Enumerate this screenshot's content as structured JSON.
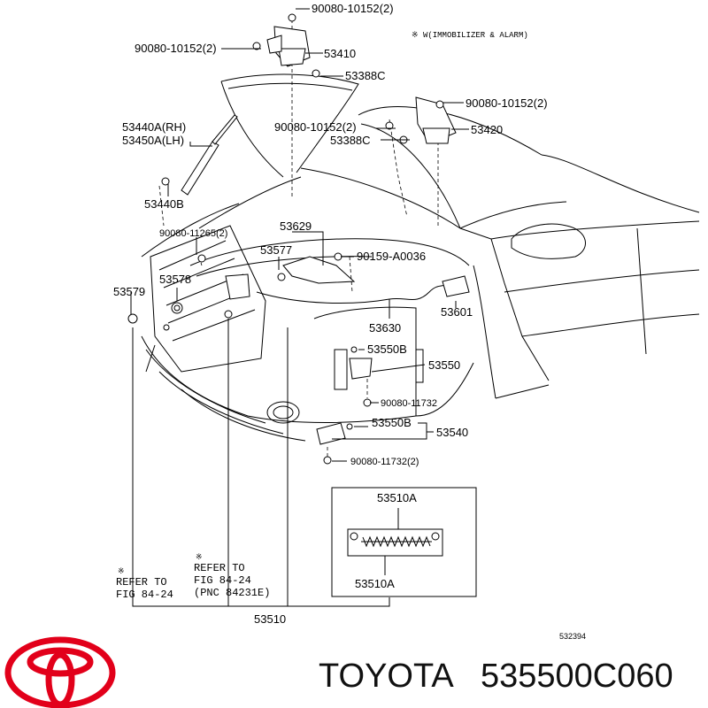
{
  "note_top": "※ W(IMMOBILIZER & ALARM)",
  "labels": {
    "p90080_10152_a": "90080-10152(2)",
    "p90080_10152_b": "90080-10152(2)",
    "p53410": "53410",
    "p53388c_a": "53388C",
    "p90080_10152_c": "90080-10152(2)",
    "p90080_10152_d": "90080-10152(2)",
    "p53388c_b": "53388C",
    "p53420": "53420",
    "p53440a": "53440A(RH)",
    "p53450a": "53450A(LH)",
    "p53440b": "53440B",
    "p53629": "53629",
    "p90080_11265": "90080-11265(2)",
    "p53577": "53577",
    "p90159": "90159-A0036",
    "p53579": "53579",
    "p53578": "53578",
    "p53630": "53630",
    "p53601": "53601",
    "p53550b_a": "53550B",
    "p53550": "53550",
    "p90080_11732_a": "90080-11732",
    "p53550b_b": "53550B",
    "p53540": "53540",
    "p90080_11732_b": "90080-11732(2)",
    "p53510a_a": "53510A",
    "p53510a_b": "53510A",
    "p53510": "53510",
    "drawing_no": "532394"
  },
  "refer_left": {
    "mark": "※",
    "line1": "REFER TO",
    "line2": "FIG  84-24"
  },
  "refer_right": {
    "mark": "※",
    "line1": "REFER TO",
    "line2": "FIG  84-24",
    "line3": "(PNC 84231E)"
  },
  "footer": {
    "brand": "TOYOTA",
    "part_number": "535500C060",
    "logo_color": "#e2001a"
  }
}
